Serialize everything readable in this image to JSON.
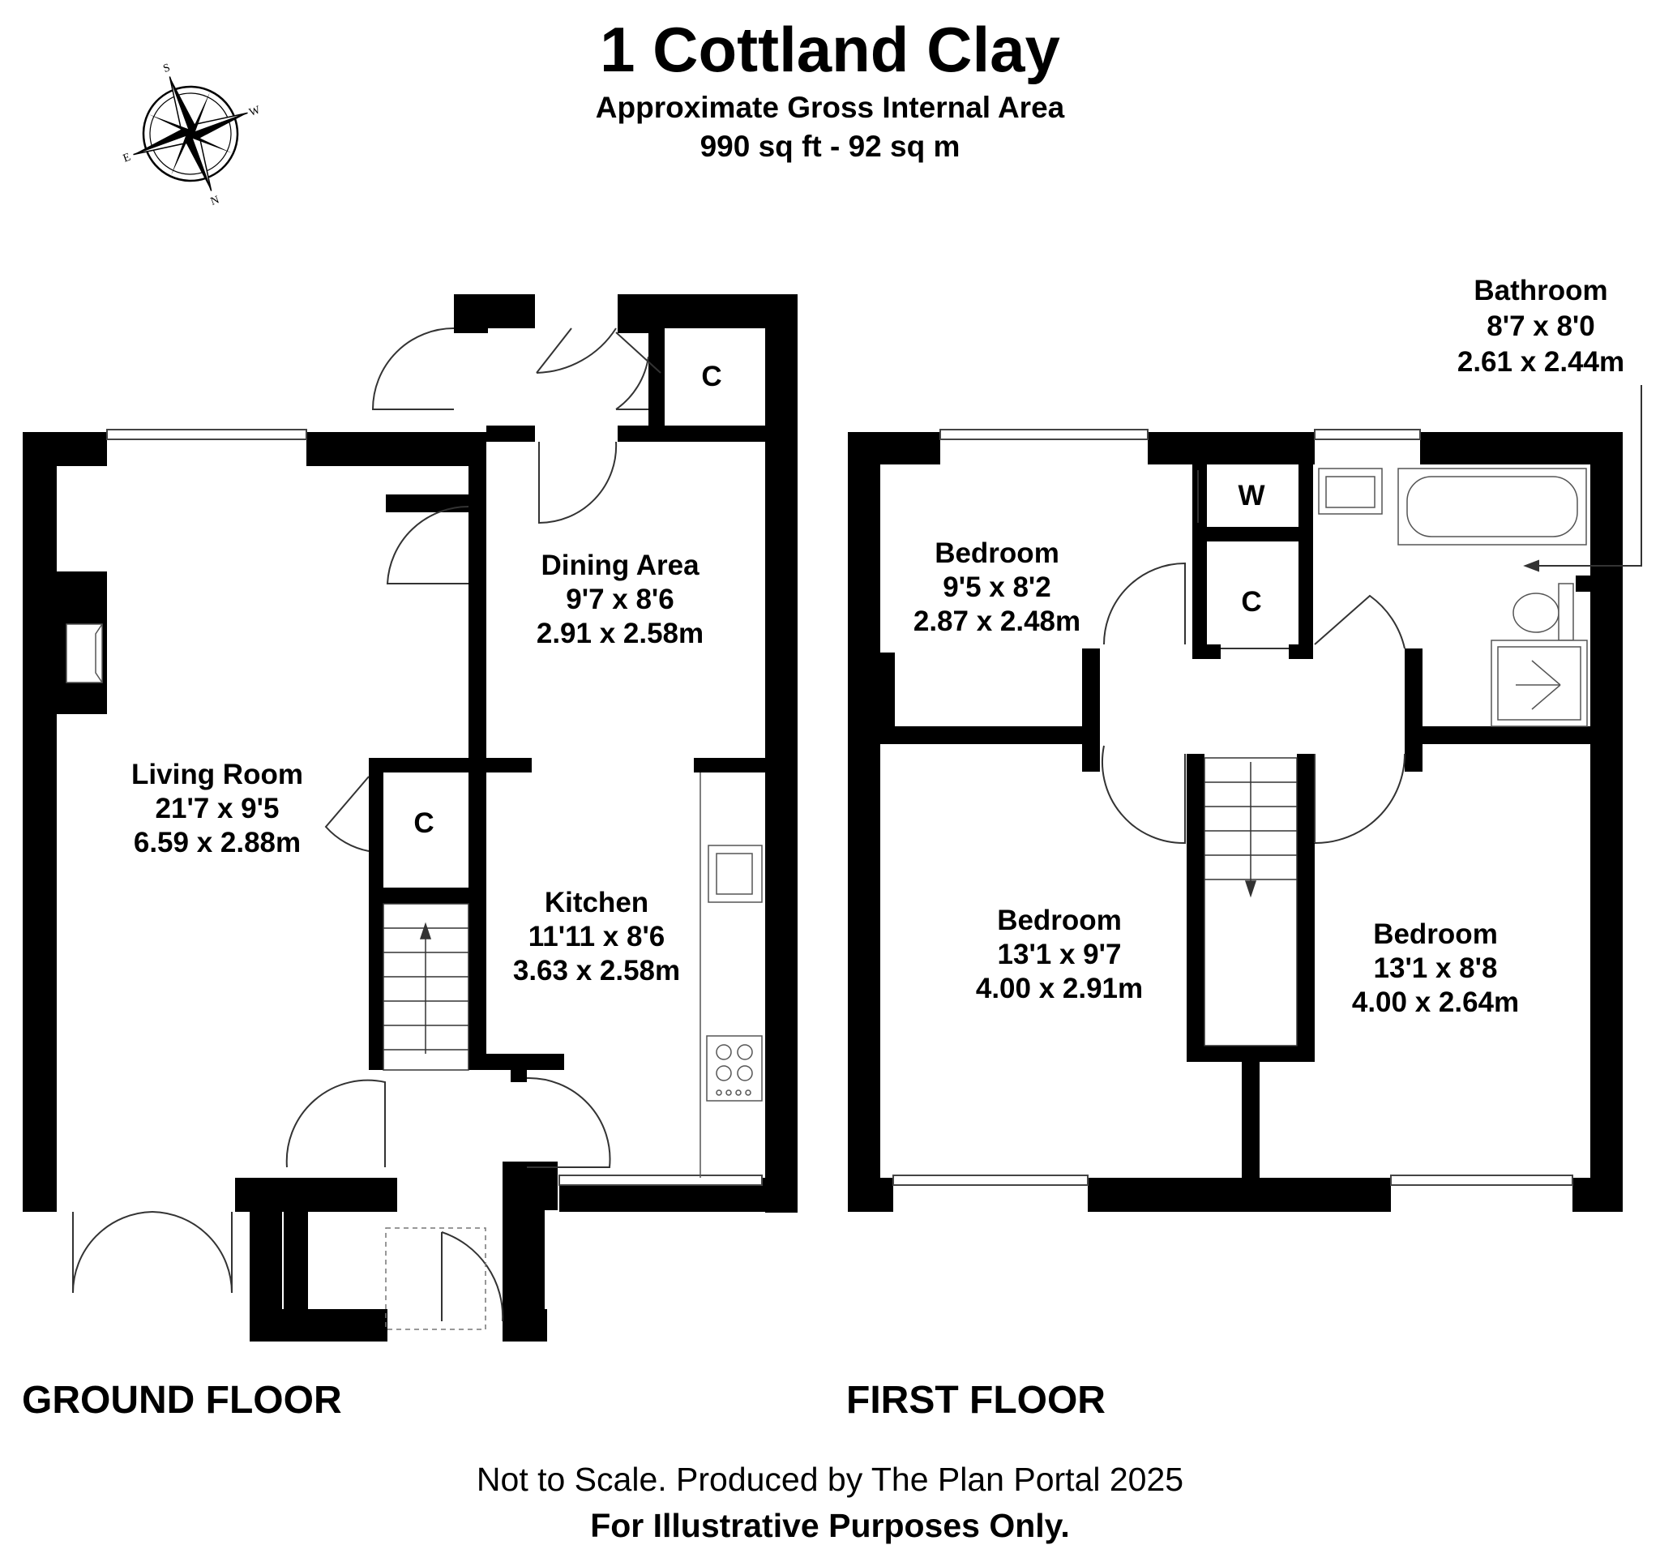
{
  "header": {
    "title": "1 Cottland Clay",
    "area_label": "Approximate Gross Internal Area",
    "area_value": "990 sq ft - 92 sq m"
  },
  "compass": {
    "letters": [
      "S",
      "E",
      "N",
      "W"
    ],
    "icon": "compass-rose-icon"
  },
  "ground_floor": {
    "label": "GROUND FLOOR",
    "living_room": {
      "name": "Living Room",
      "imperial": "21'7 x 9'5",
      "metric": "6.59 x 2.88m"
    },
    "dining_area": {
      "name": "Dining Area",
      "imperial": "9'7 x 8'6",
      "metric": "2.91 x 2.58m"
    },
    "kitchen": {
      "name": "Kitchen",
      "imperial": "11'11 x 8'6",
      "metric": "3.63 x 2.58m"
    },
    "cupboard_top": "C",
    "cupboard_mid": "C"
  },
  "first_floor": {
    "label": "FIRST FLOOR",
    "bedroom_1": {
      "name": "Bedroom",
      "imperial": "9'5 x 8'2",
      "metric": "2.87 x 2.48m"
    },
    "bedroom_2": {
      "name": "Bedroom",
      "imperial": "13'1 x 9'7",
      "metric": "4.00 x 2.91m"
    },
    "bedroom_3": {
      "name": "Bedroom",
      "imperial": "13'1 x 8'8",
      "metric": "4.00 x 2.64m"
    },
    "bathroom": {
      "name": "Bathroom",
      "imperial": "8'7 x 8'0",
      "metric": "2.61 x 2.44m"
    },
    "wardrobe": "W",
    "cupboard": "C"
  },
  "footer": {
    "note": "Not to Scale. Produced by The Plan Portal 2025",
    "disclaimer": "For Illustrative Purposes Only."
  },
  "colors": {
    "wall": "#000000",
    "background": "#ffffff",
    "fixture_stroke": "#555555"
  }
}
